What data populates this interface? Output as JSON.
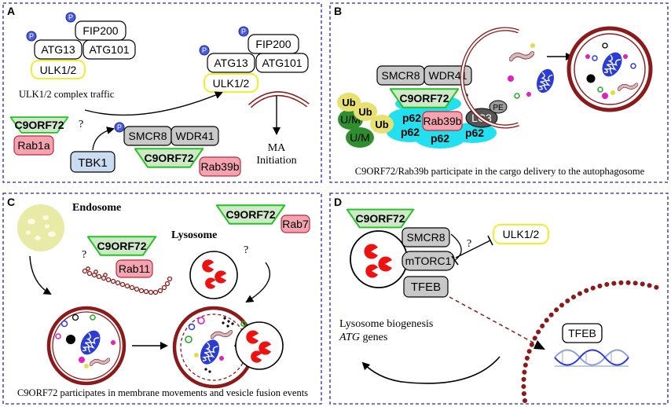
{
  "colors": {
    "panel_border": "#2323c8",
    "c9orf72_fill": "#cfe9c8",
    "c9orf72_stroke": "#22c322",
    "rab_fill": "#f4a4b0",
    "ulk_stroke": "#eeee33",
    "p62_fill": "#22e0f0",
    "ub_fill": "#e8e070",
    "um_fill": "#2f8f2f",
    "gray_box": "#c8c8c8",
    "tbk1_fill": "#c9dcf2",
    "phospho": "#4a5cd9",
    "membrane": "#8b1a1a",
    "mito": "#2b3bd6",
    "lysosome_red": "#ee1111",
    "endosome": "#e8eba6"
  },
  "panels": {
    "A": {
      "letter": "A",
      "p": "P",
      "fip200": "FIP200",
      "atg13": "ATG13",
      "atg101": "ATG101",
      "ulk12": "ULK1/2",
      "traffic": "ULK1/2 complex traffic",
      "c9orf72": "C9ORF72",
      "question": "?",
      "rab1a": "Rab1a",
      "tbk1": "TBK1",
      "smcr8": "SMCR8",
      "wdr41": "WDR41",
      "rab39b": "Rab39b",
      "ma": "MA",
      "initiation": "Initiation"
    },
    "B": {
      "letter": "B",
      "smcr8": "SMCR8",
      "wdr41": "WDR41",
      "c9orf72": "C9ORF72",
      "question": "?",
      "ub": "Ub",
      "um": "U/M",
      "p62": "p62",
      "rab39b": "Rab39b",
      "lc3": "LC3",
      "pe": "PE",
      "caption": "C9ORF72/Rab39b participate in the cargo delivery to the autophagosome"
    },
    "C": {
      "letter": "C",
      "endosome": "Endosome",
      "lysosome": "Lysosome",
      "c9orf72": "C9ORF72",
      "rab11": "Rab11",
      "rab7": "Rab7",
      "question": "?",
      "caption": "C9ORF72 participates in membrane movements and vesicle fusion events"
    },
    "D": {
      "letter": "D",
      "c9orf72": "C9ORF72",
      "smcr8": "SMCR8",
      "mtorc1": "mTORC1",
      "tfeb": "TFEB",
      "ulk12": "ULK1/2",
      "question": "?",
      "biogenesis": "Lysosome biogenesis",
      "atg": "ATG",
      "genes": " genes",
      "tfeb_nucleus": "TFEB"
    }
  }
}
